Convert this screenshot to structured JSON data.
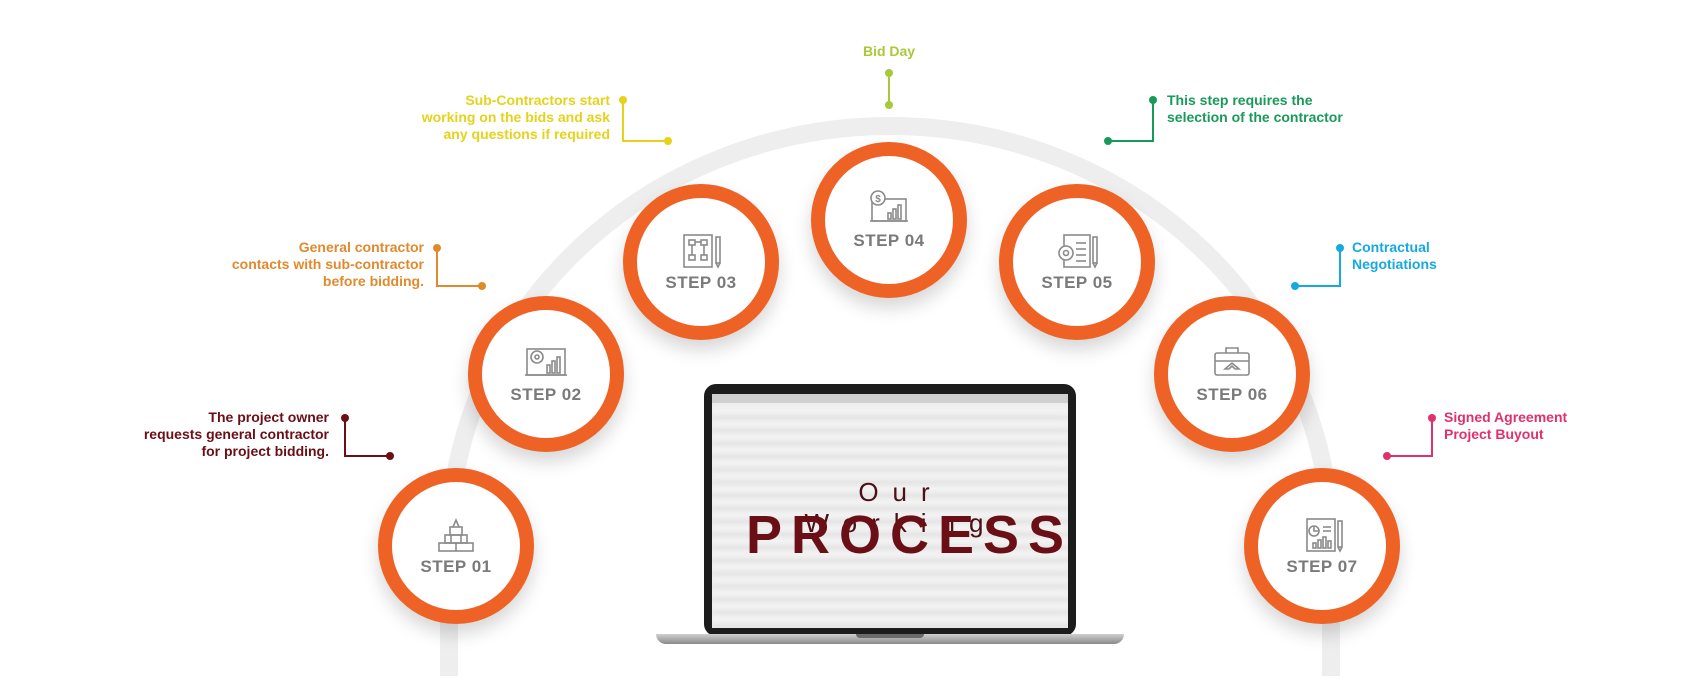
{
  "title": {
    "subtitle": "Our Working",
    "main": "PROCESS"
  },
  "steps": [
    {
      "label": "STEP 01",
      "icon": "pyramid-blocks-icon"
    },
    {
      "label": "STEP 02",
      "icon": "target-chart-icon"
    },
    {
      "label": "STEP 03",
      "icon": "flowchart-clipboard-icon"
    },
    {
      "label": "STEP 04",
      "icon": "dollar-chart-icon"
    },
    {
      "label": "STEP 05",
      "icon": "gear-document-icon"
    },
    {
      "label": "STEP 06",
      "icon": "briefcase-handshake-icon"
    },
    {
      "label": "STEP 07",
      "icon": "report-chart-icon"
    }
  ],
  "captions": [
    {
      "lines": [
        "The project owner",
        "requests general contractor",
        "for project bidding."
      ],
      "color": "#6b0f17"
    },
    {
      "lines": [
        "General contractor",
        "contacts with sub-contractor",
        "before bidding."
      ],
      "color": "#e08a2c"
    },
    {
      "lines": [
        "Sub-Contractors start",
        "working on the bids and ask",
        "any questions if required"
      ],
      "color": "#e5d21b"
    },
    {
      "lines": [
        "Bid Day"
      ],
      "color": "#a8c937"
    },
    {
      "lines": [
        "This step requires the",
        "selection of the contractor"
      ],
      "color": "#1a9a5a"
    },
    {
      "lines": [
        "Contractual",
        "Negotiations"
      ],
      "color": "#16a9e0"
    },
    {
      "lines": [
        "Signed Agreement",
        "Project Buyout"
      ],
      "color": "#e0306e"
    }
  ],
  "colors": {
    "ring": "#ee6325",
    "arc": "#eeeeee",
    "step_label": "#7a7a7a",
    "title": "#6b0f17"
  }
}
